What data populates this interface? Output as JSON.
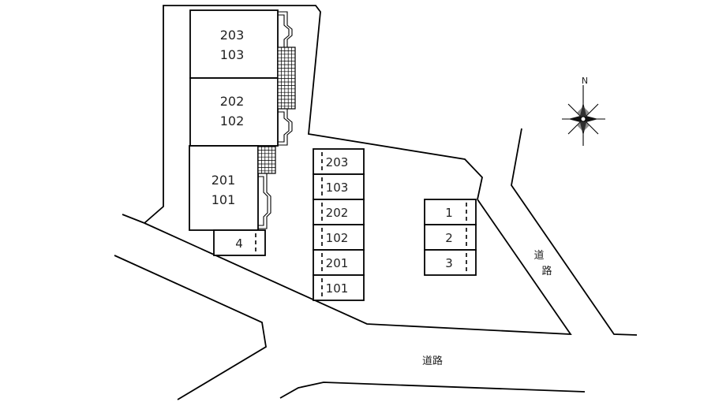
{
  "building": {
    "rows": [
      {
        "upper": "203",
        "lower": "103"
      },
      {
        "upper": "202",
        "lower": "102"
      },
      {
        "upper": "201",
        "lower": "101"
      }
    ],
    "small_slot": "4"
  },
  "center_parking": [
    "203",
    "103",
    "202",
    "102",
    "201",
    "101"
  ],
  "right_parking": [
    "1",
    "2",
    "3"
  ],
  "roads": {
    "bottom": "道路",
    "right_line1": "道",
    "right_line2": "路"
  },
  "compass": {
    "north": "N"
  }
}
